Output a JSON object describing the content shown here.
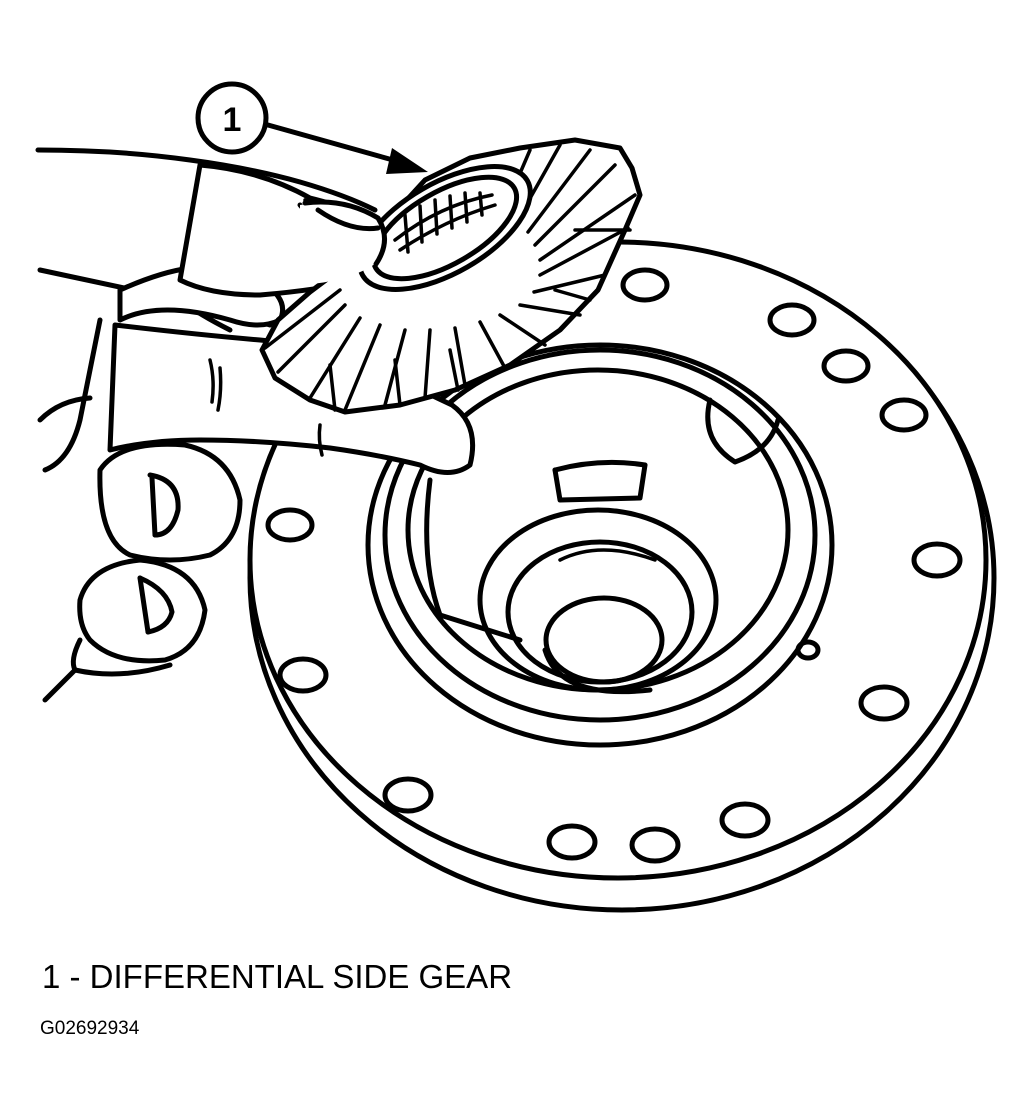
{
  "callout": {
    "number": "1"
  },
  "caption": {
    "text": "1 - DIFFERENTIAL SIDE GEAR"
  },
  "figure_id": "G02692934"
}
